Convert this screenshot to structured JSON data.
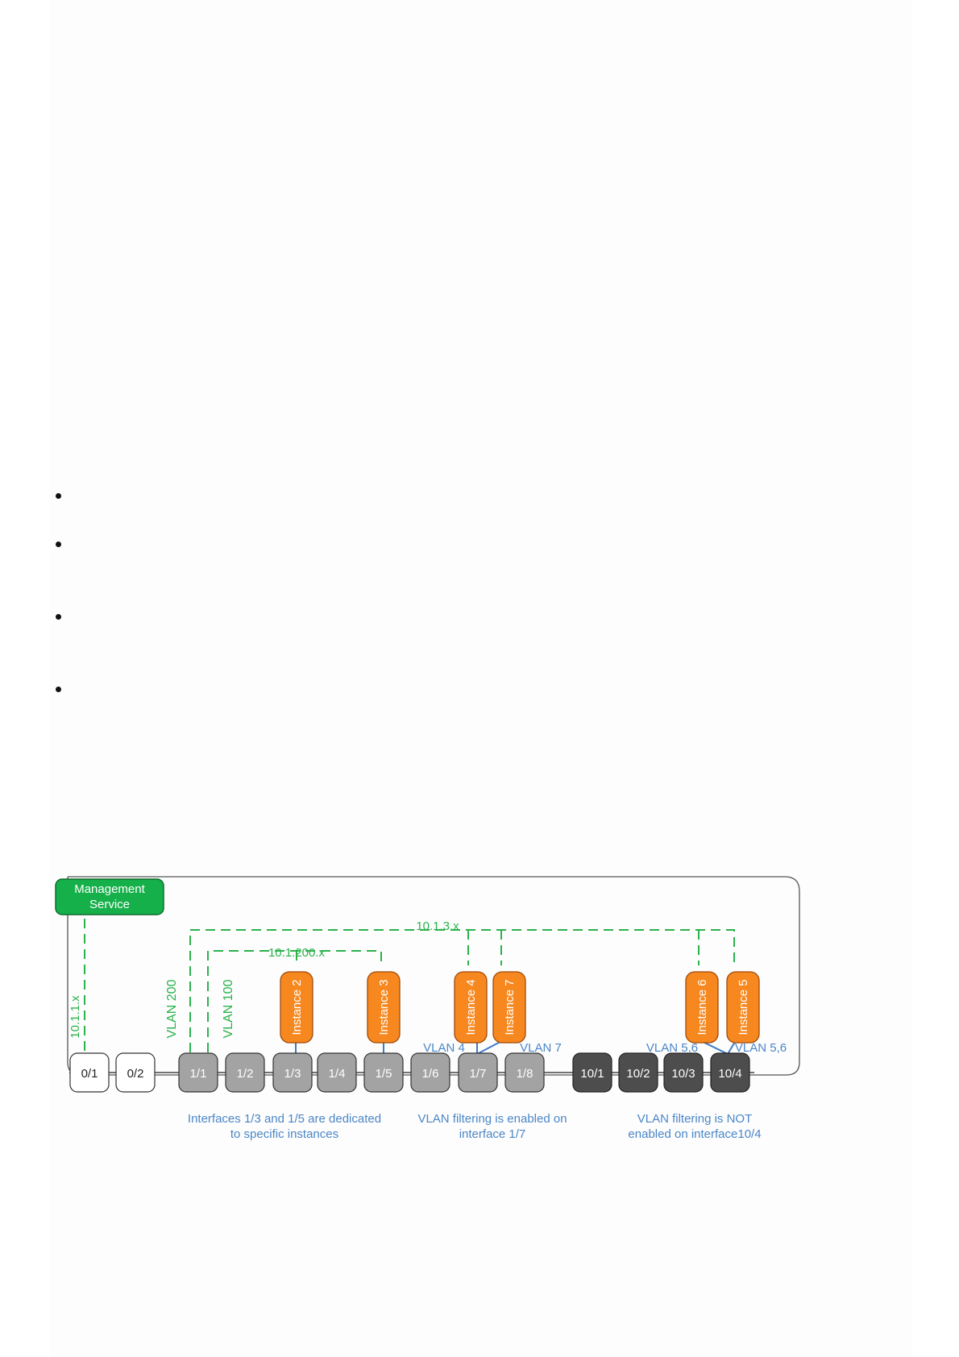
{
  "bullets": [
    {
      "text": ""
    },
    {
      "text": ""
    },
    {
      "text": ""
    },
    {
      "text": ""
    }
  ],
  "colors": {
    "management": "#16b04a",
    "management_border": "#0e6b2c",
    "instance": "#f7881f",
    "instance_border": "#b5560b",
    "port_light": "#a3a3a3",
    "port_dark": "#4d4d4d",
    "port_white": "#ffffff",
    "green_text": "#2bb24c",
    "blue_link": "#3d7ac6",
    "blue_text": "#4a86c8"
  },
  "diagram": {
    "management": {
      "line1": "Management",
      "line2": "Service"
    },
    "ports": {
      "p0_1": "0/1",
      "p0_2": "0/2",
      "p1_1": "1/1",
      "p1_2": "1/2",
      "p1_3": "1/3",
      "p1_4": "1/4",
      "p1_5": "1/5",
      "p1_6": "1/6",
      "p1_7": "1/7",
      "p1_8": "1/8",
      "p10_1": "10/1",
      "p10_2": "10/2",
      "p10_3": "10/3",
      "p10_4": "10/4"
    },
    "instances": {
      "i2": "Instance 2",
      "i3": "Instance 3",
      "i4": "Instance 4",
      "i7": "Instance 7",
      "i6": "Instance 6",
      "i5": "Instance 5"
    },
    "labels": {
      "net_10_1_3": "10.1.3.x",
      "net_10_1_200": "10.1.200.x",
      "net_10_1_1": "10.1.1.x",
      "vlan200": "VLAN 200",
      "vlan100": "VLAN 100",
      "vlan4": "VLAN 4",
      "vlan7": "VLAN 7",
      "vlan56_left": "VLAN 5,6",
      "vlan56_right": "VLAN 5,6"
    },
    "captions": {
      "c1_line1": "Interfaces 1/3 and 1/5 are dedicated",
      "c1_line2": "to specific instances",
      "c2_line1": "VLAN filtering is enabled on",
      "c2_line2": "interface 1/7",
      "c3_line1": "VLAN filtering is NOT",
      "c3_line2": "enabled on interface10/4"
    }
  }
}
